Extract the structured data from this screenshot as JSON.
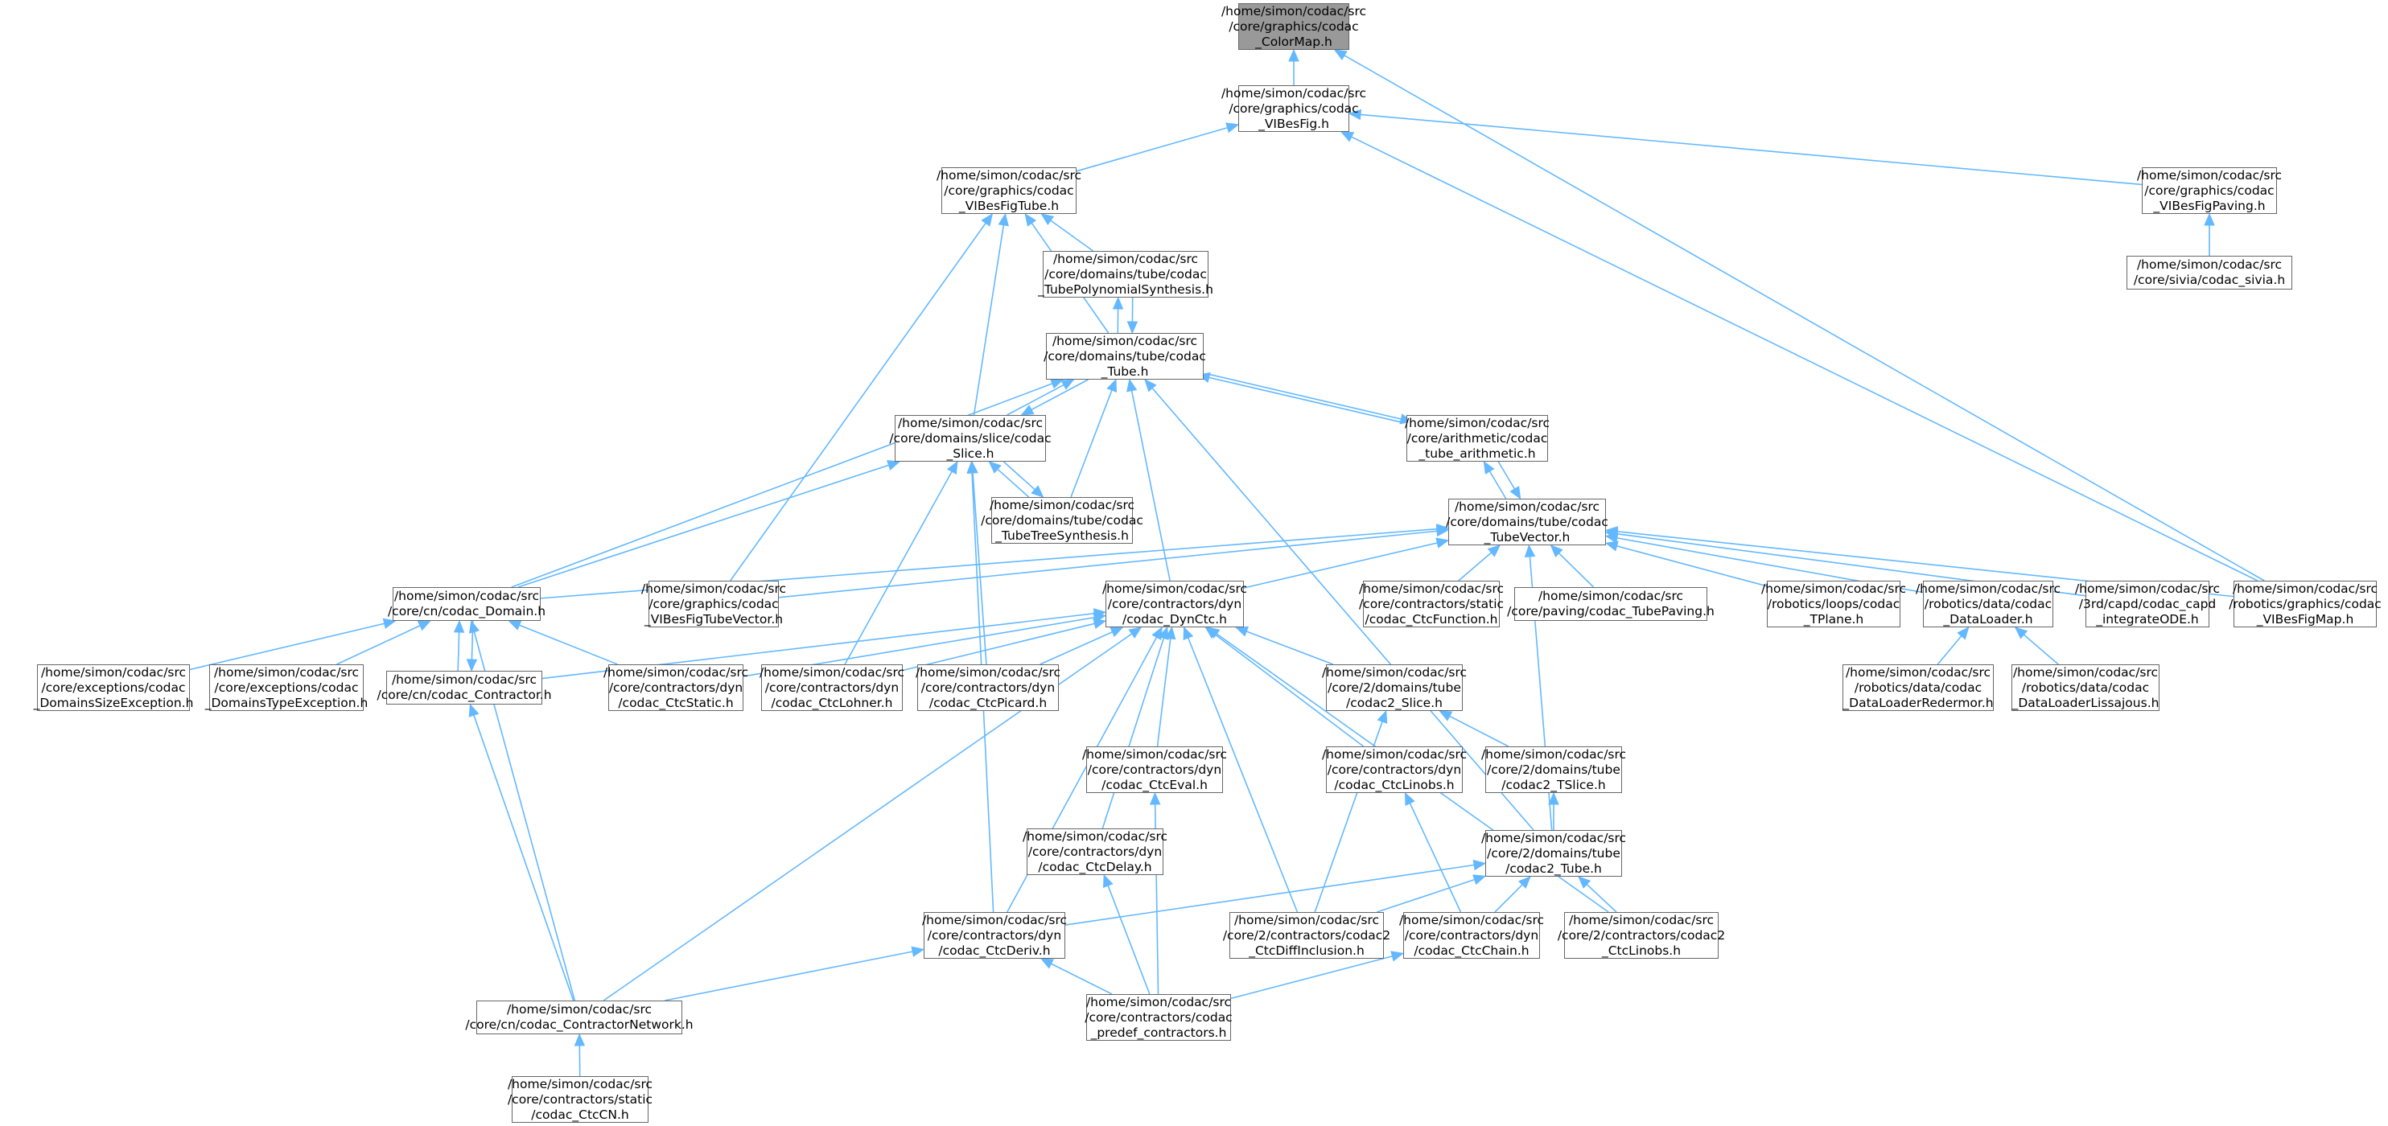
{
  "accent_color": "#63b8ff",
  "nodes": {
    "colormap": {
      "lines": [
        "/home/simon/codac/src",
        "/core/graphics/codac",
        "_ColorMap.h"
      ]
    },
    "vibesfig": {
      "lines": [
        "/home/simon/codac/src",
        "/core/graphics/codac",
        "_VIBesFig.h"
      ]
    },
    "vibesfigtube": {
      "lines": [
        "/home/simon/codac/src",
        "/core/graphics/codac",
        "_VIBesFigTube.h"
      ]
    },
    "vibesfigpaving": {
      "lines": [
        "/home/simon/codac/src",
        "/core/graphics/codac",
        "_VIBesFigPaving.h"
      ]
    },
    "sivia": {
      "lines": [
        "/home/simon/codac/src",
        "/core/sivia/codac_sivia.h"
      ]
    },
    "polysynth": {
      "lines": [
        "/home/simon/codac/src",
        "/core/domains/tube/codac",
        "_TubePolynomialSynthesis.h"
      ]
    },
    "tube": {
      "lines": [
        "/home/simon/codac/src",
        "/core/domains/tube/codac",
        "_Tube.h"
      ]
    },
    "slice": {
      "lines": [
        "/home/simon/codac/src",
        "/core/domains/slice/codac",
        "_Slice.h"
      ]
    },
    "tubearith": {
      "lines": [
        "/home/simon/codac/src",
        "/core/arithmetic/codac",
        "_tube_arithmetic.h"
      ]
    },
    "treesynth": {
      "lines": [
        "/home/simon/codac/src",
        "/core/domains/tube/codac",
        "_TubeTreeSynthesis.h"
      ]
    },
    "tubevector": {
      "lines": [
        "/home/simon/codac/src",
        "/core/domains/tube/codac",
        "_TubeVector.h"
      ]
    },
    "domain": {
      "lines": [
        "/home/simon/codac/src",
        "/core/cn/codac_Domain.h"
      ]
    },
    "vibesfigtubevector": {
      "lines": [
        "/home/simon/codac/src",
        "/core/graphics/codac",
        "_VIBesFigTubeVector.h"
      ]
    },
    "dynctc": {
      "lines": [
        "/home/simon/codac/src",
        "/core/contractors/dyn",
        "/codac_DynCtc.h"
      ]
    },
    "ctcfunction": {
      "lines": [
        "/home/simon/codac/src",
        "/core/contractors/static",
        "/codac_CtcFunction.h"
      ]
    },
    "tubepaving": {
      "lines": [
        "/home/simon/codac/src",
        "/core/paving/codac_TubePaving.h"
      ]
    },
    "tplane": {
      "lines": [
        "/home/simon/codac/src",
        "/robotics/loops/codac",
        "_TPlane.h"
      ]
    },
    "dataloader": {
      "lines": [
        "/home/simon/codac/src",
        "/robotics/data/codac",
        "_DataLoader.h"
      ]
    },
    "capd": {
      "lines": [
        "/home/simon/codac/src",
        "/3rd/capd/codac_capd",
        "_integrateODE.h"
      ]
    },
    "vibesfigmap": {
      "lines": [
        "/home/simon/codac/src",
        "/robotics/graphics/codac",
        "_VIBesFigMap.h"
      ]
    },
    "domsizeexc": {
      "lines": [
        "/home/simon/codac/src",
        "/core/exceptions/codac",
        "_DomainsSizeException.h"
      ]
    },
    "domtypeexc": {
      "lines": [
        "/home/simon/codac/src",
        "/core/exceptions/codac",
        "_DomainsTypeException.h"
      ]
    },
    "contractor": {
      "lines": [
        "/home/simon/codac/src",
        "/core/cn/codac_Contractor.h"
      ]
    },
    "ctcstatic": {
      "lines": [
        "/home/simon/codac/src",
        "/core/contractors/dyn",
        "/codac_CtcStatic.h"
      ]
    },
    "ctclohner": {
      "lines": [
        "/home/simon/codac/src",
        "/core/contractors/dyn",
        "/codac_CtcLohner.h"
      ]
    },
    "ctcpicard": {
      "lines": [
        "/home/simon/codac/src",
        "/core/contractors/dyn",
        "/codac_CtcPicard.h"
      ]
    },
    "c2slice": {
      "lines": [
        "/home/simon/codac/src",
        "/core/2/domains/tube",
        "/codac2_Slice.h"
      ]
    },
    "redermor": {
      "lines": [
        "/home/simon/codac/src",
        "/robotics/data/codac",
        "_DataLoaderRedermor.h"
      ]
    },
    "lissajous": {
      "lines": [
        "/home/simon/codac/src",
        "/robotics/data/codac",
        "_DataLoaderLissajous.h"
      ]
    },
    "ctceval": {
      "lines": [
        "/home/simon/codac/src",
        "/core/contractors/dyn",
        "/codac_CtcEval.h"
      ]
    },
    "ctclinobs": {
      "lines": [
        "/home/simon/codac/src",
        "/core/contractors/dyn",
        "/codac_CtcLinobs.h"
      ]
    },
    "c2tslice": {
      "lines": [
        "/home/simon/codac/src",
        "/core/2/domains/tube",
        "/codac2_TSlice.h"
      ]
    },
    "ctcdelay": {
      "lines": [
        "/home/simon/codac/src",
        "/core/contractors/dyn",
        "/codac_CtcDelay.h"
      ]
    },
    "c2tube": {
      "lines": [
        "/home/simon/codac/src",
        "/core/2/domains/tube",
        "/codac2_Tube.h"
      ]
    },
    "ctcderiv": {
      "lines": [
        "/home/simon/codac/src",
        "/core/contractors/dyn",
        "/codac_CtcDeriv.h"
      ]
    },
    "c2diffincl": {
      "lines": [
        "/home/simon/codac/src",
        "/core/2/contractors/codac2",
        "_CtcDiffInclusion.h"
      ]
    },
    "ctcchain": {
      "lines": [
        "/home/simon/codac/src",
        "/core/contractors/dyn",
        "/codac_CtcChain.h"
      ]
    },
    "c2linobs": {
      "lines": [
        "/home/simon/codac/src",
        "/core/2/contractors/codac2",
        "_CtcLinobs.h"
      ]
    },
    "cn": {
      "lines": [
        "/home/simon/codac/src",
        "/core/cn/codac_ContractorNetwork.h"
      ]
    },
    "predef": {
      "lines": [
        "/home/simon/codac/src",
        "/core/contractors/codac",
        "_predef_contractors.h"
      ]
    },
    "ctccn": {
      "lines": [
        "/home/simon/codac/src",
        "/core/contractors/static",
        "/codac_CtcCN.h"
      ]
    }
  }
}
